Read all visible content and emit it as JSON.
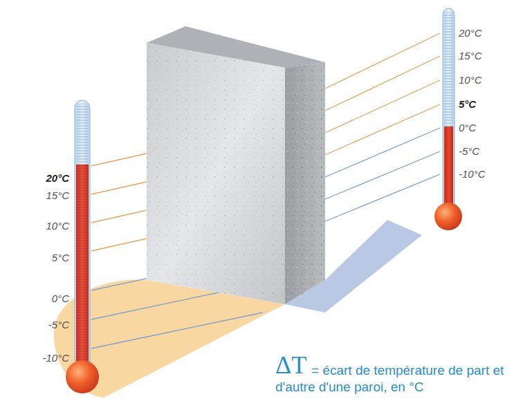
{
  "diagram": {
    "labels": [
      "20°C",
      "15°C",
      "10°C",
      "5°C",
      "0°C",
      "-5°C",
      "-10°C",
      "20°C",
      "15°C",
      "10°C",
      "5°C",
      "0°C",
      "-5°C",
      "-10°C",
      "ΔT",
      "= écart de température de part et d'autre d'une paroi, en °C"
    ]
  }
}
